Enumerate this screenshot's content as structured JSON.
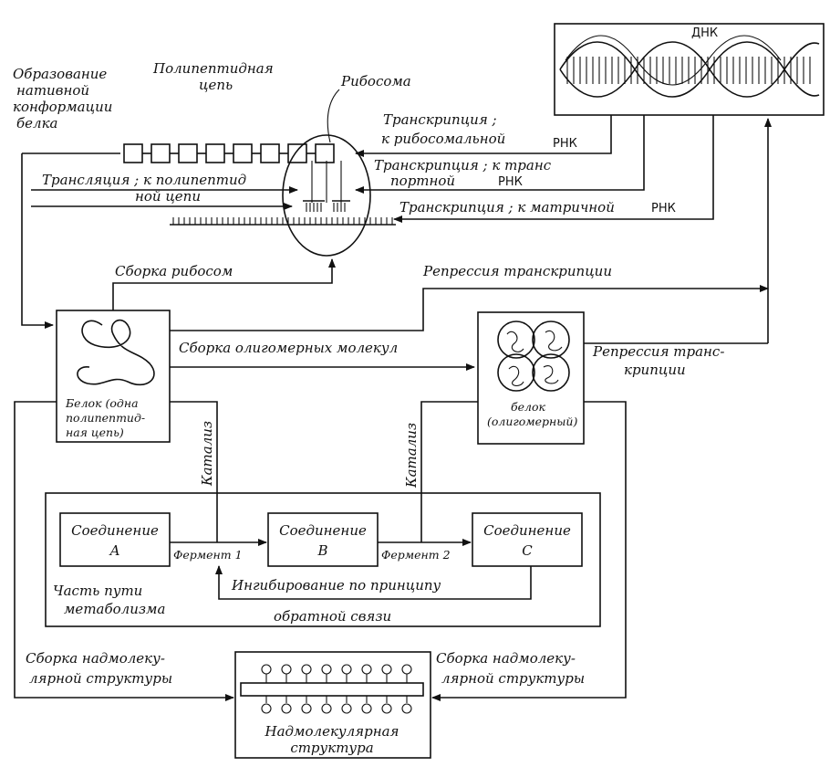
{
  "labels": {
    "dna": "ДНК",
    "native_1": "Образование",
    "native_2": "нативной",
    "native_3": "конформации",
    "native_4": "белка",
    "polypeptide_1": "Полипептидная",
    "polypeptide_2": "цепь",
    "ribosome": "Рибосома",
    "tr_rrna_1": "Транскрипция ;",
    "tr_rrna_2": "к рибосомальной",
    "tr_rrna_3": "РНК",
    "tr_trna_1": "Транскрипция ; к транс",
    "tr_trna_2": "портной",
    "tr_trna_3": "РНК",
    "tr_mrna_1": "Транскрипция ; к матричной",
    "tr_mrna_2": "РНК",
    "translation_1": "Трансляция ; к полипептид",
    "translation_2": "ной цепи",
    "ribo_assembly": "Сборка рибосом",
    "repression_1": "Репрессия транскрипции",
    "oligo_assembly": "Сборка олигомерных молекул",
    "repression_2a": "Репрессия транс-",
    "repression_2b": "крипции",
    "protein1_1": "Белок (одна",
    "protein1_2": "полипептид-",
    "protein1_3": "ная цепь)",
    "protein2_1": "белок",
    "protein2_2": "(олигомерный)",
    "catalysis_1": "Катализ",
    "catalysis_2": "Катализ",
    "compA_1": "Соединение",
    "compA_2": "А",
    "compB_1": "Соединение",
    "compB_2": "В",
    "compC_1": "Соединение",
    "compC_2": "С",
    "enzyme1": "Фермент 1",
    "enzyme2": "Фермент 2",
    "inhibition_1": "Ингибирование по принципу",
    "inhibition_2": "обратной связи",
    "metab_1": "Часть пути",
    "metab_2": "метаболизма",
    "supra_left_1": "Сборка надмолеку-",
    "supra_left_2": "лярной структуры",
    "supra_right_1": "Сборка надмолеку-",
    "supra_right_2": "лярной структуры",
    "supra_1": "Надмолекулярная",
    "supra_2": "структура"
  }
}
